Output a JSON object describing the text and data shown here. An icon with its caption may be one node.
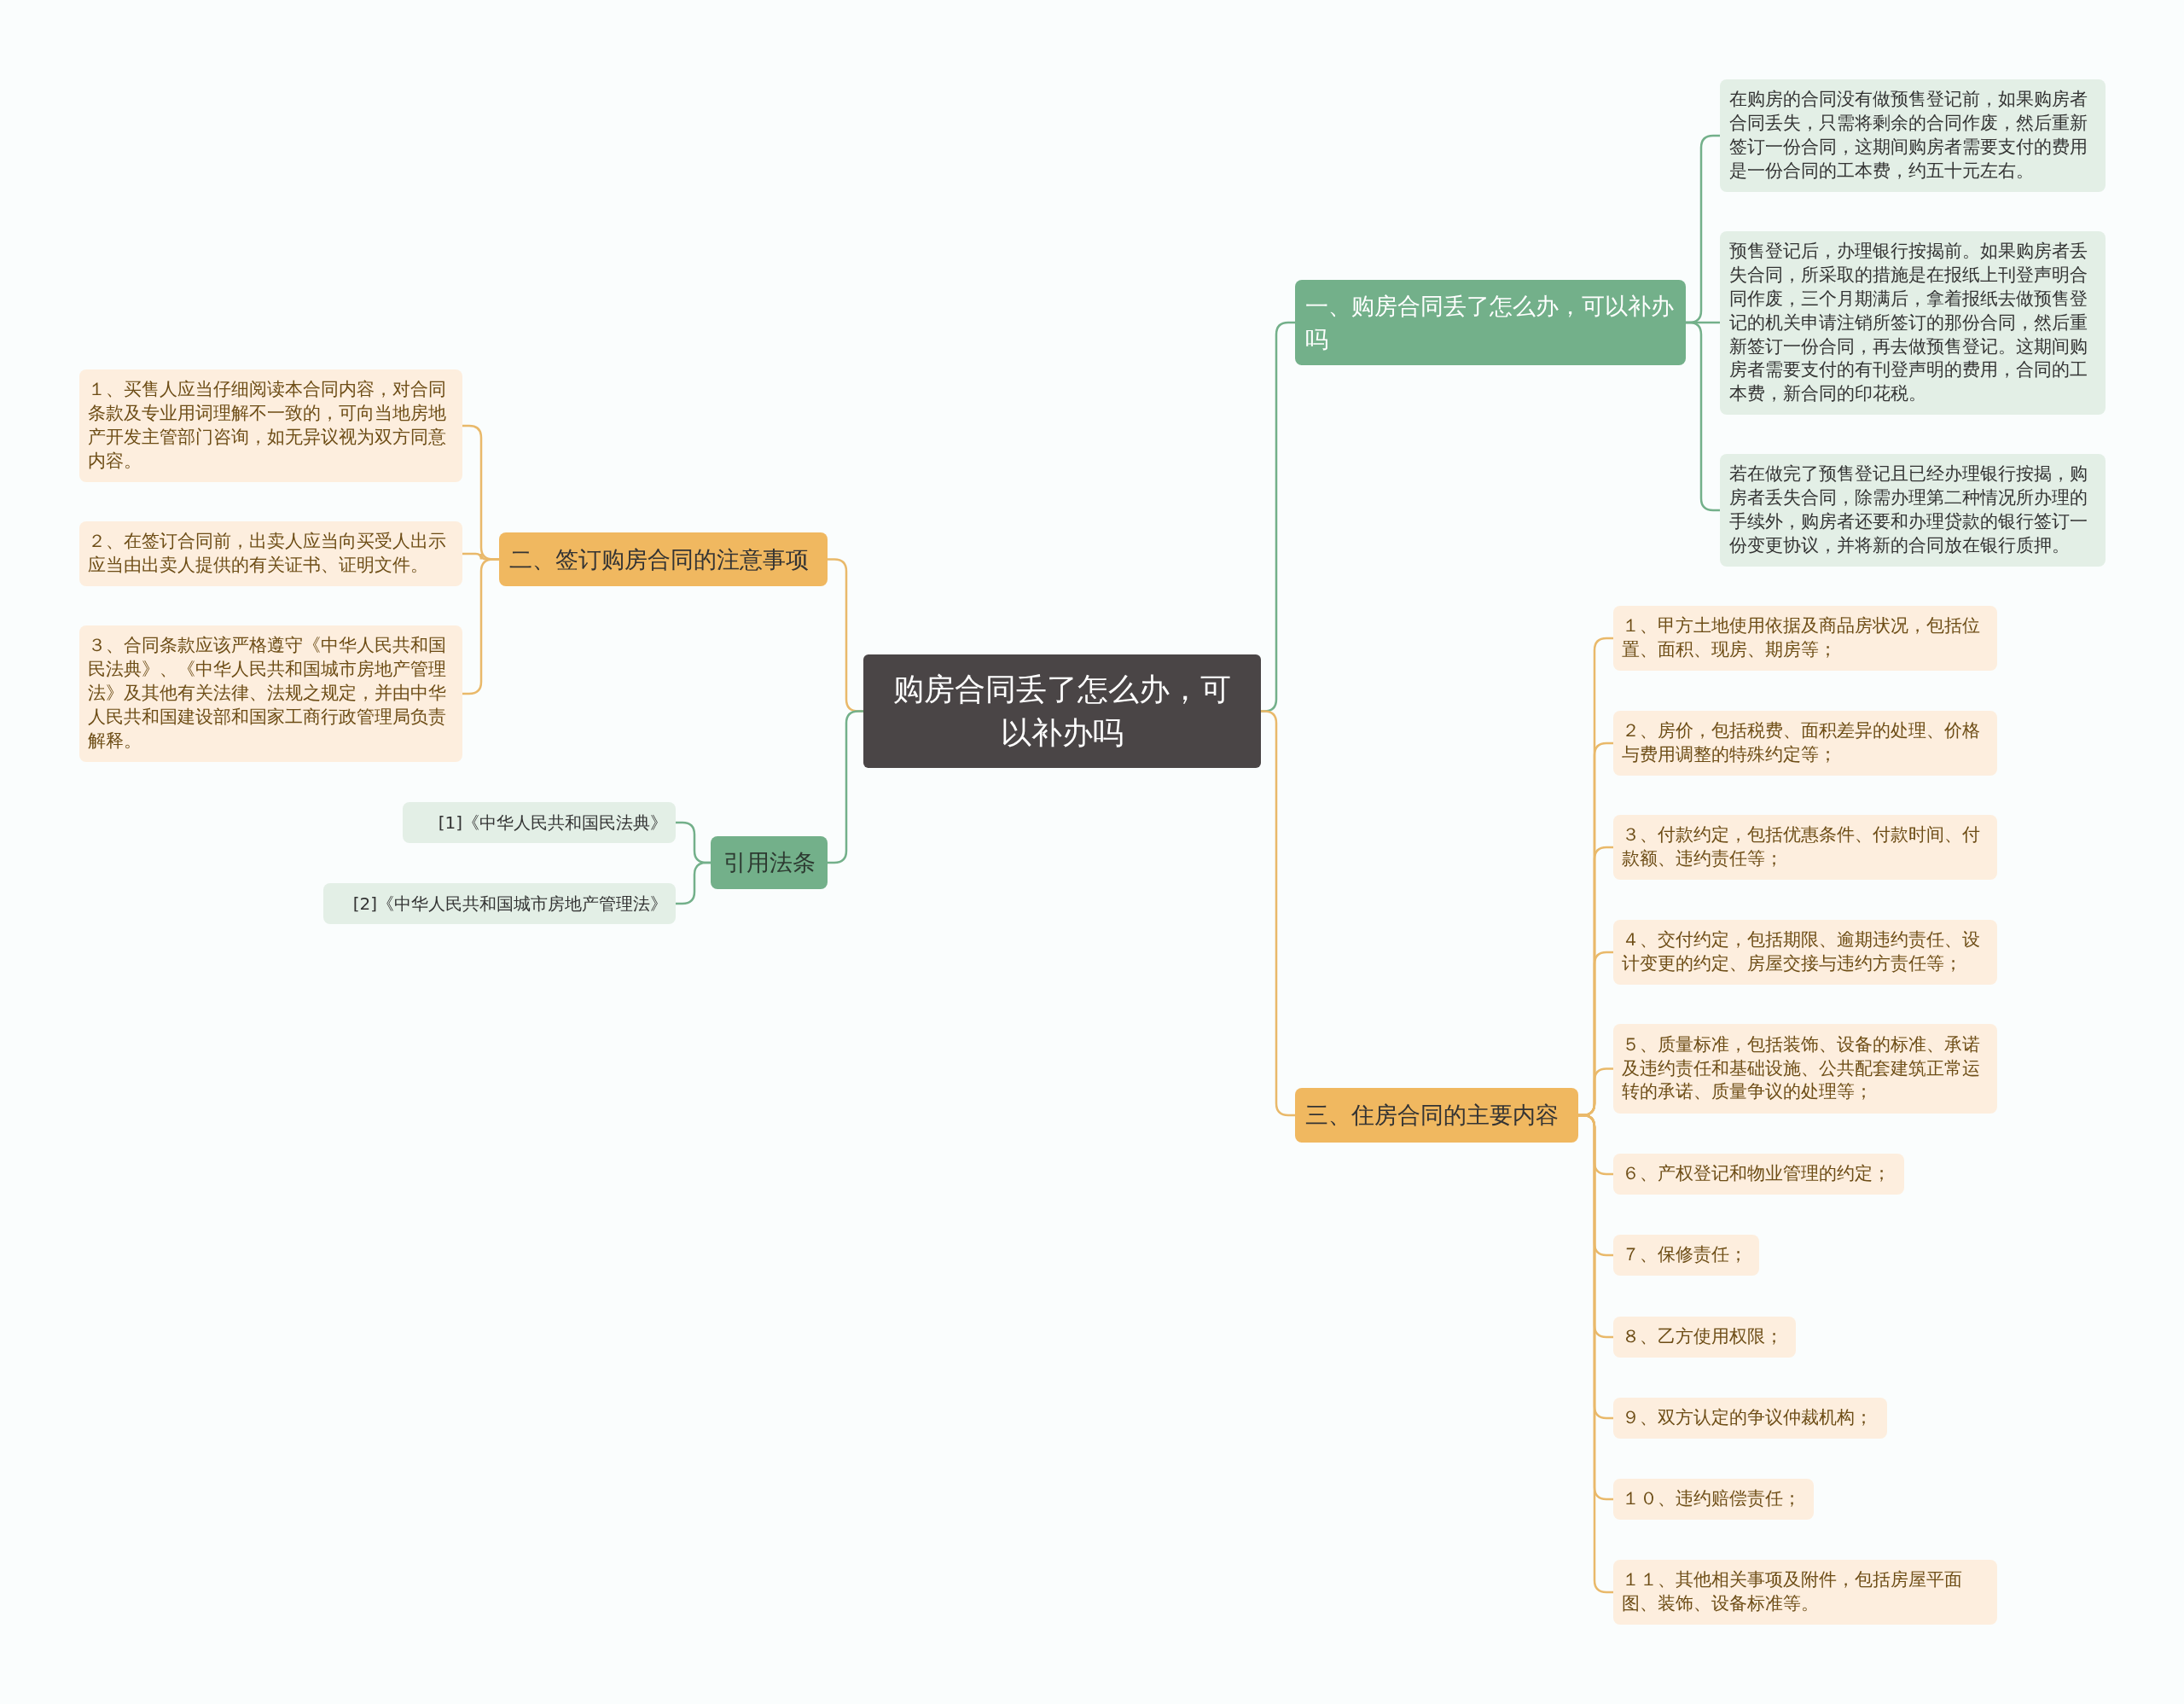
{
  "diagram": {
    "nodes": [
      {
        "text": [
          "购房合同丢了怎么办，可以补办吗"
        ]
      },
      {
        "text": [
          "一、购房合同丢了怎么办，可以补办吗"
        ]
      },
      {
        "text": [
          "在购房的合同没有做预售登记前，如果购房者合同丢失，只需将剩余的合同作废，然后重新签订一份合同，这期间购房者需要支付的费用是一份合同的工本费，约五十元左右。"
        ]
      },
      {
        "text": [
          "预售登记后，办理银行按揭前。如果购房者丢失合同，所采取的措施是在报纸上刊登声明合同作废，三个月期满后，拿着报纸去做预售登记的机关申请注销所签订的那份合同，然后重新签订一份合同，再去做预售登记。这期间购房者需要支付的有刊登声明的费用，合同的工本费，新合同的印花税。"
        ]
      },
      {
        "text": [
          "若在做完了预售登记且已经办理银行按揭，购房者丢失合同，除需办理第二种情况所办理的手续外，购房者还要和办理贷款的银行签订一份变更协议，并将新的合同放在银行质押。"
        ]
      },
      {
        "text": [
          "三、住房合同的主要内容"
        ]
      },
      {
        "text": [
          "１、甲方土地使用依据及商品房状况，包括位置、面积、现房、期房等；"
        ]
      },
      {
        "text": [
          "２、房价，包括税费、面积差异的处理、价格与费用调整的特殊约定等；"
        ]
      },
      {
        "text": [
          "３、付款约定，包括优惠条件、付款时间、付款额、违约责任等；"
        ]
      },
      {
        "text": [
          "４、交付约定，包括期限、逾期违约责任、设计变更的约定、房屋交接与违约方责任等；"
        ]
      },
      {
        "text": [
          "５、质量标准，包括装饰、设备的标准、承诺及违约责任和基础设施、公共配套建筑正常运转的承诺、质量争议的处理等；"
        ]
      },
      {
        "text": [
          "６、产权登记和物业管理的约定；"
        ]
      },
      {
        "text": [
          "７、保修责任；"
        ]
      },
      {
        "text": [
          "８、乙方使用权限；"
        ]
      },
      {
        "text": [
          "９、双方认定的争议仲裁机构；"
        ]
      },
      {
        "text": [
          "１０、违约赔偿责任；"
        ]
      },
      {
        "text": [
          "１１、其他相关事项及附件，包括房屋平面图、装饰、设备标准等。"
        ]
      },
      {
        "text": [
          "二、签订购房合同的注意事项"
        ]
      },
      {
        "text": [
          "１、买售人应当仔细阅读本合同内容，对合同条款及专业用词理解不一致的，可向当地房地产开发主管部门咨询，如无异议视为双方同意内容。"
        ]
      },
      {
        "text": [
          "２、在签订合同前，出卖人应当向买受人出示应当由出卖人提供的有关证书、证明文件。"
        ]
      },
      {
        "text": [
          "３、合同条款应该严格遵守《中华人民共和国民法典》、《中华人民共和国城市房地产管理法》及其他有关法律、法规之规定，并由中华人民共和国建设部和国家工商行政管理局负责解释。"
        ]
      },
      {
        "text": [
          "引用法条"
        ]
      },
      {
        "text": [
          "[1]《中华人民共和国民法典》"
        ]
      },
      {
        "text": [
          "[2]《中华人民共和国城市房地产管理法》"
        ]
      }
    ],
    "edges": [
      {
        "from": 0,
        "to": 1,
        "arrow": "none",
        "color": "#73b08a"
      },
      {
        "from": 1,
        "to": 2,
        "arrow": "none",
        "color": "#73b08a"
      },
      {
        "from": 1,
        "to": 3,
        "arrow": "none",
        "color": "#73b08a"
      },
      {
        "from": 1,
        "to": 4,
        "arrow": "none",
        "color": "#73b08a"
      },
      {
        "from": 0,
        "to": 5,
        "arrow": "none"
      },
      {
        "from": 5,
        "to": 6,
        "arrow": "none"
      },
      {
        "from": 5,
        "to": 7,
        "arrow": "none"
      },
      {
        "from": 5,
        "to": 8,
        "arrow": "none"
      },
      {
        "from": 5,
        "to": 9,
        "arrow": "none"
      },
      {
        "from": 5,
        "to": 10,
        "arrow": "none"
      },
      {
        "from": 5,
        "to": 11,
        "arrow": "none"
      },
      {
        "from": 5,
        "to": 12,
        "arrow": "none"
      },
      {
        "from": 5,
        "to": 13,
        "arrow": "none"
      },
      {
        "from": 5,
        "to": 14,
        "arrow": "none"
      },
      {
        "from": 5,
        "to": 15,
        "arrow": "none"
      },
      {
        "from": 5,
        "to": 16,
        "arrow": "none"
      },
      {
        "from": 0,
        "to": 17,
        "arrow": "none"
      },
      {
        "from": 17,
        "to": 18,
        "arrow": "none"
      },
      {
        "from": 17,
        "to": 19,
        "arrow": "none"
      },
      {
        "from": 17,
        "to": 20,
        "arrow": "none"
      },
      {
        "from": 0,
        "to": 21,
        "arrow": "none",
        "color": "#73b08a"
      },
      {
        "from": 21,
        "to": 22,
        "arrow": "none",
        "color": "#73b08a"
      },
      {
        "from": 21,
        "to": 23,
        "arrow": "none",
        "color": "#73b08a"
      }
    ]
  }
}
